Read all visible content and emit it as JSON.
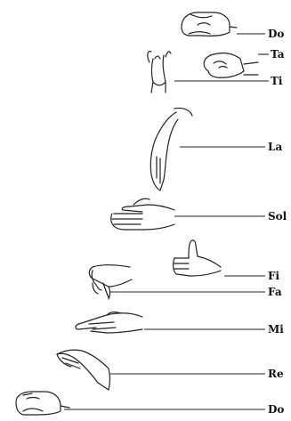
{
  "solfege_signs": [
    {
      "key": "do_high",
      "label": "Do",
      "icon": "fist-hand-icon"
    },
    {
      "key": "ta",
      "label": "Ta",
      "icon": "pinch-hand-icon"
    },
    {
      "key": "ti",
      "label": "Ti",
      "icon": "pointing-up-hand-icon"
    },
    {
      "key": "la",
      "label": "La",
      "icon": "drooping-hand-icon"
    },
    {
      "key": "sol",
      "label": "Sol",
      "icon": "flat-hand-icon"
    },
    {
      "key": "fi",
      "label": "Fi",
      "icon": "thumb-up-hand-icon"
    },
    {
      "key": "fa",
      "label": "Fa",
      "icon": "thumb-down-hand-icon"
    },
    {
      "key": "mi",
      "label": "Mi",
      "icon": "flat-palm-down-hand-icon"
    },
    {
      "key": "re",
      "label": "Re",
      "icon": "slanted-hand-icon"
    },
    {
      "key": "do_low",
      "label": "Do",
      "icon": "fist-hand-icon"
    }
  ]
}
